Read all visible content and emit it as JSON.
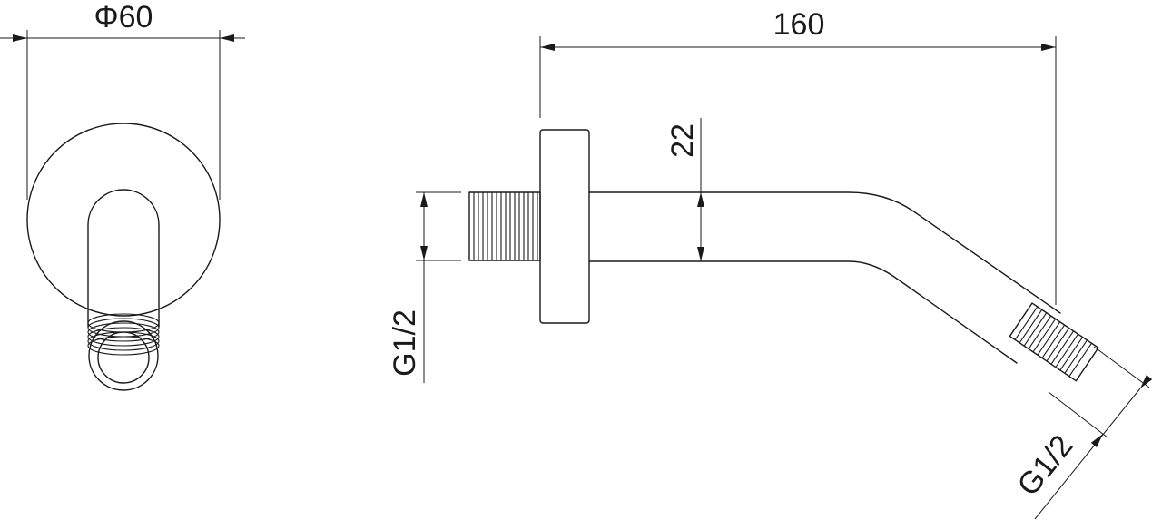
{
  "dimensions": {
    "diameter": "Φ60",
    "length": "160",
    "pipe_height": "22",
    "inlet_thread": "G1/2",
    "outlet_thread": "G1/2"
  }
}
